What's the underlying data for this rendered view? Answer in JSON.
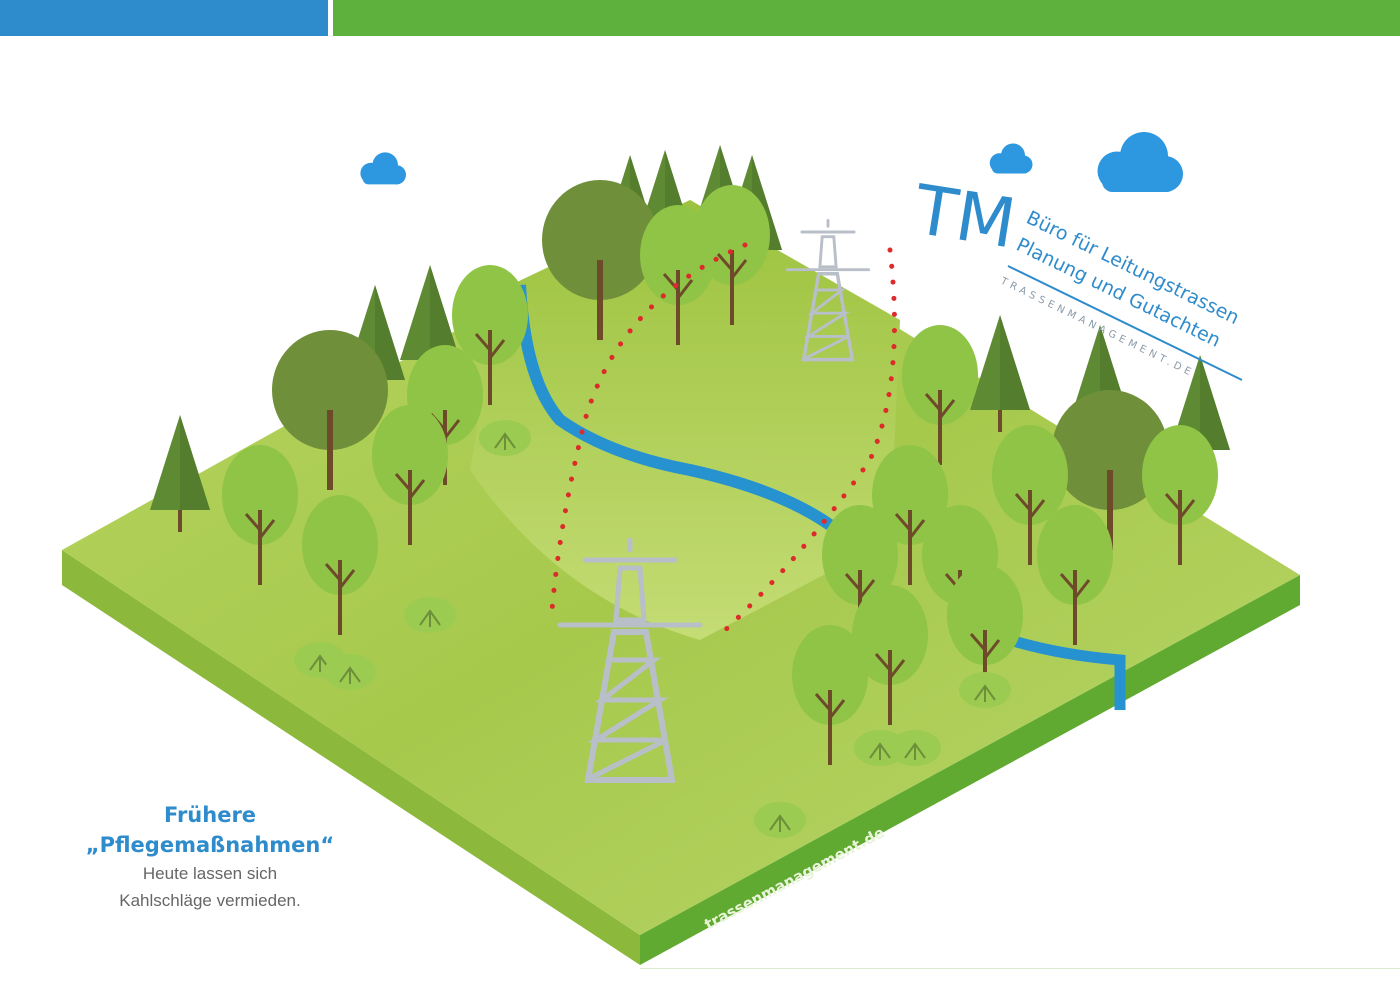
{
  "header": {
    "accent_blue": "#2f8ccc",
    "accent_green": "#5eb13d"
  },
  "logo": {
    "initials": "TM",
    "line1": "Büro für Leitungstrassen",
    "line2": "Planung und Gutachten",
    "line3": "TRASSENMANAGEMENT.DE",
    "color": "#2f8ccc"
  },
  "caption": {
    "title_line1": "Frühere",
    "title_line2": "„Pflegemaßnahmen“",
    "body_line1": "Heute lassen sich",
    "body_line2": "Kahlschläge vermieden.",
    "title_color": "#2f8ccc"
  },
  "illustration": {
    "website_label": "trassenmanagement.de",
    "icons": [
      "cloud-icon",
      "power-pylon-icon",
      "tree-icon",
      "bush-icon",
      "river-icon"
    ],
    "colors": {
      "ground_top": "#a9cc4c",
      "ground_left": "#8cb83c",
      "ground_right": "#5faa32",
      "river": "#2692d0",
      "pylon": "#b9bfc8",
      "marker": "#dd2a2a"
    }
  }
}
